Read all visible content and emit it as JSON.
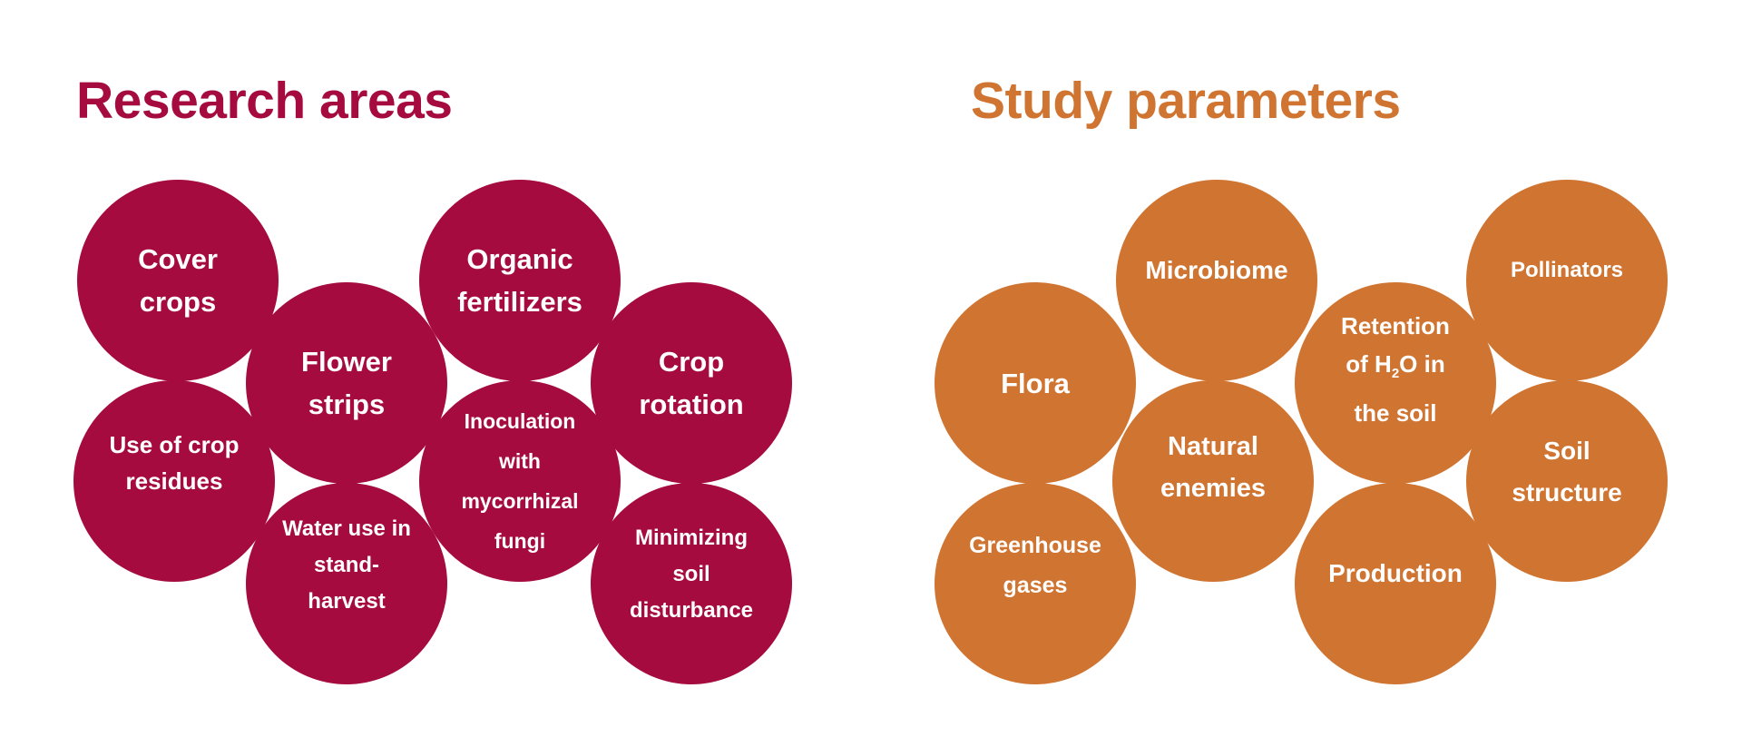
{
  "colors": {
    "research": "#A50B3E",
    "parameters": "#D07431"
  },
  "research": {
    "title": "Research areas",
    "items": [
      {
        "label": "Cover\ncrops"
      },
      {
        "label": "Flower\nstrips"
      },
      {
        "label": "Organic\nfertilizers"
      },
      {
        "label": "Crop\nrotation"
      },
      {
        "label": "Use of crop\nresidues"
      },
      {
        "label": "Water use in\nstand-\nharvest"
      },
      {
        "label": "Inoculation\nwith\nmycorrhizal\nfungi"
      },
      {
        "label": "Minimizing\nsoil\ndisturbance"
      }
    ]
  },
  "parameters": {
    "title": "Study parameters",
    "items": [
      {
        "label": "Flora"
      },
      {
        "label": "Microbiome"
      },
      {
        "label": "Pollinators"
      },
      {
        "label_pre": "Retention\nof H",
        "label_sub": "2",
        "label_post": "O in\nthe soil"
      },
      {
        "label": "Natural\nenemies"
      },
      {
        "label": "Soil\nstructure"
      },
      {
        "label": "Greenhouse\ngases"
      },
      {
        "label": "Production"
      }
    ]
  }
}
